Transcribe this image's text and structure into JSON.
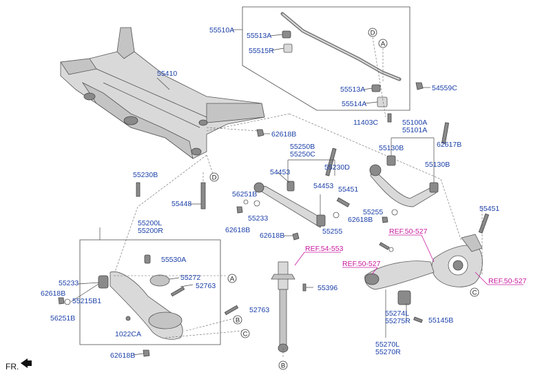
{
  "colors": {
    "label": "#1a3fa8",
    "reference": "#c8189e",
    "part_fill": "#d9d9d9"
  },
  "labels": {
    "p55510A": "55510A",
    "p55513A_top": "55513A",
    "p55515R": "55515R",
    "p55513A_low": "55513A",
    "p55514A": "55514A",
    "p54559C": "54559C",
    "p55410": "55410",
    "p62618B_top": "62618B",
    "p11403C": "11403C",
    "p55100A": "55100A",
    "p55101A": "55101A",
    "p62617B": "62617B",
    "p55130B_l": "55130B",
    "p55130B_r": "55130B",
    "p55250B": "55250B",
    "p55250C": "55250C",
    "p55230D": "55230D",
    "p54453_l": "54453",
    "p54453_r": "54453",
    "p55451_mid": "55451",
    "p55451_right": "55451",
    "p55230B": "55230B",
    "p55448": "55448",
    "p56251B_mid": "56251B",
    "p55233_mid": "55233",
    "p62618B_mid": "62618B",
    "p62618B_mid2": "62618B",
    "p55255_a": "55255",
    "p55255_b": "55255",
    "p62618B_right": "62618B",
    "p55200L": "55200L",
    "p55200R": "55200R",
    "p55530A": "55530A",
    "p55272": "55272",
    "p52763_a": "52763",
    "p52763_b": "52763",
    "p55233_left": "55233",
    "p62618B_left": "62618B",
    "p55215B1": "55215B1",
    "p56251B_left": "56251B",
    "p1022CA": "1022CA",
    "p62618B_bottom": "62618B",
    "p55396": "55396",
    "p55274L": "55274L",
    "p55275R": "55275R",
    "p55145B": "55145B",
    "p55270L": "55270L",
    "p55270R": "55270R"
  },
  "references": {
    "ref_54_553": "REF.54-553",
    "ref_50_527_a": "REF.50-527",
    "ref_50_527_b": "REF.50-527",
    "ref_50_527_c": "REF.50-527"
  },
  "circles": {
    "A": "A",
    "B": "B",
    "C": "C",
    "D": "D"
  },
  "direction": "FR."
}
